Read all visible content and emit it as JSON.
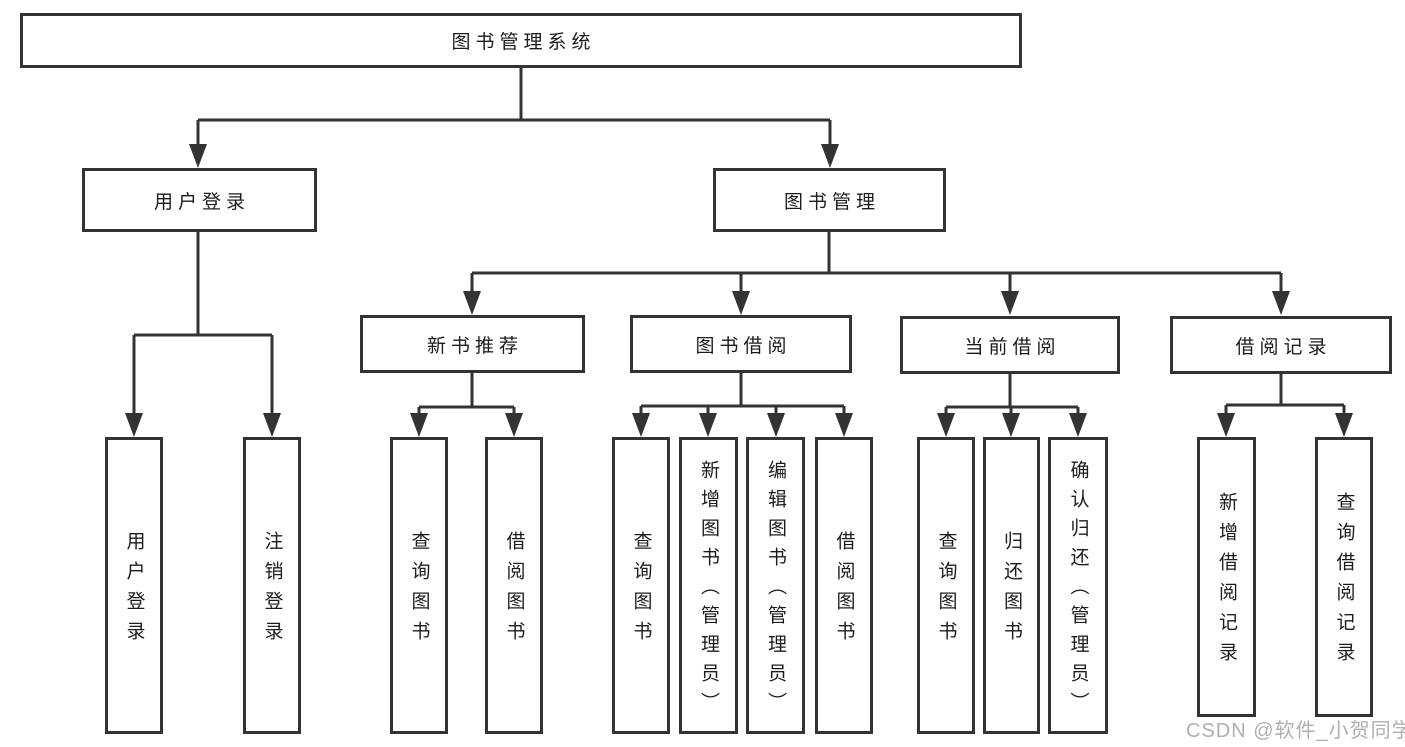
{
  "watermark": "CSDN @软件_小贺同学",
  "colors": {
    "line": "#333333",
    "text": "#1c1c1c",
    "box_bg": "#ffffff",
    "watermark": "#a8a8a8"
  },
  "tree": {
    "root": "图书管理系统",
    "children": [
      {
        "label": "用户登录",
        "children": [
          {
            "label": "用户登录"
          },
          {
            "label": "注销登录"
          }
        ]
      },
      {
        "label": "图书管理",
        "children": [
          {
            "label": "新书推荐",
            "children": [
              {
                "label": "查询图书"
              },
              {
                "label": "借阅图书"
              }
            ]
          },
          {
            "label": "图书借阅",
            "children": [
              {
                "label": "查询图书"
              },
              {
                "label": "新增图书（管理员）"
              },
              {
                "label": "编辑图书（管理员）"
              },
              {
                "label": "借阅图书"
              }
            ]
          },
          {
            "label": "当前借阅",
            "children": [
              {
                "label": "查询图书"
              },
              {
                "label": "归还图书"
              },
              {
                "label": "确认归还（管理员）"
              }
            ]
          },
          {
            "label": "借阅记录",
            "children": [
              {
                "label": "新增借阅记录"
              },
              {
                "label": "查询借阅记录"
              }
            ]
          }
        ]
      }
    ]
  }
}
